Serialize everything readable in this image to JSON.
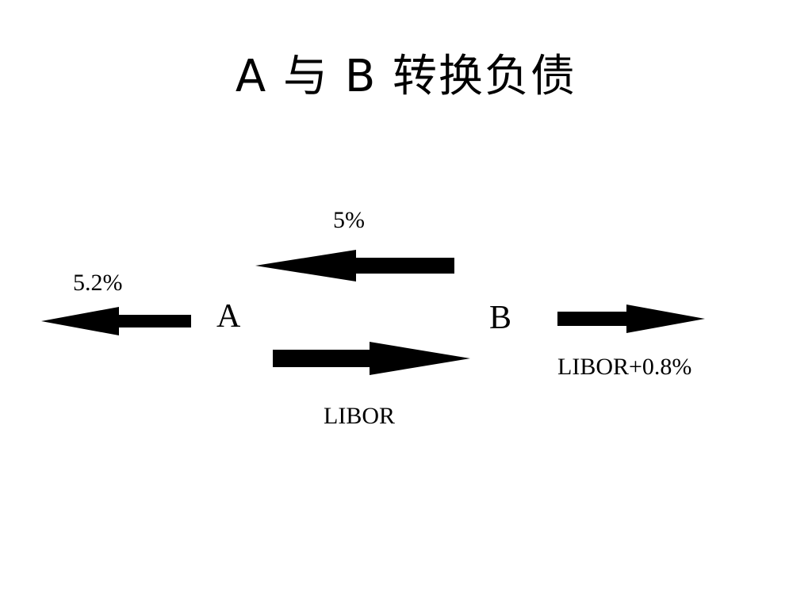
{
  "slide": {
    "title": "A 与 B 转换负债"
  },
  "nodes": {
    "a": "A",
    "b": "B"
  },
  "labels": {
    "b_to_a_rate": "5%",
    "a_outflow_rate": "5.2%",
    "a_to_b_rate": "LIBOR",
    "b_outflow_rate": "LIBOR+0.8%"
  },
  "colors": {
    "arrow": "#000000",
    "text": "#000000",
    "background": "#ffffff"
  }
}
